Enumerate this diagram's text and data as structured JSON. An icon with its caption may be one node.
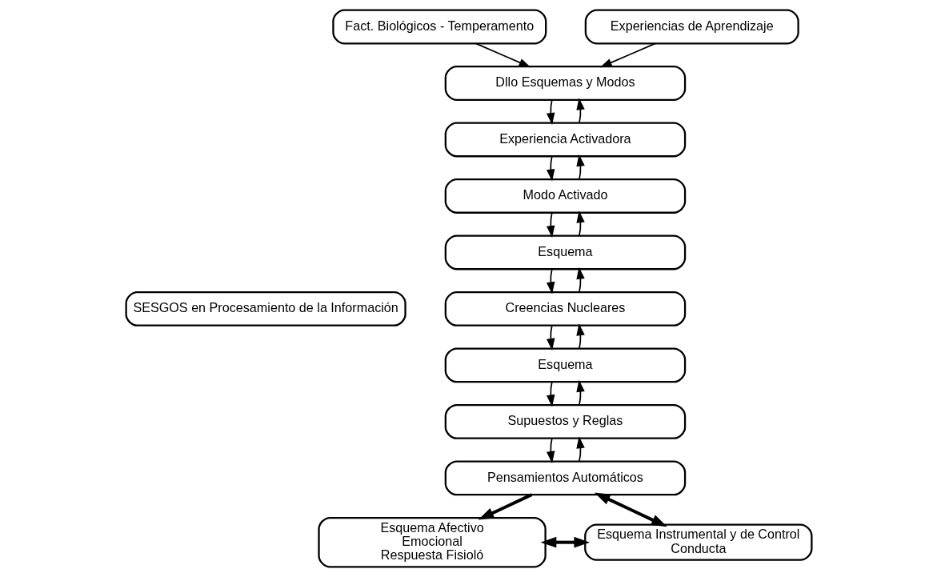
{
  "diagram": {
    "nodes": [
      {
        "text": [
          "Fact. Biológicos - Temperamento"
        ]
      },
      {
        "text": [
          "Experiencias de Aprendizaje"
        ]
      },
      {
        "text": [
          "Dllo Esquemas y Modos"
        ]
      },
      {
        "text": [
          "SESGOS en Procesamiento de la Información"
        ]
      },
      {
        "text": [
          "Experiencia Activadora"
        ]
      },
      {
        "text": [
          "Modo Activado"
        ]
      },
      {
        "text": [
          "Esquema"
        ]
      },
      {
        "text": [
          "Creencias Nucleares"
        ]
      },
      {
        "text": [
          "Esquema"
        ]
      },
      {
        "text": [
          "Supuestos y Reglas"
        ]
      },
      {
        "text": [
          "Pensamientos Automáticos"
        ]
      },
      {
        "text": [
          "Esquema Afectivo",
          "Emocional",
          "Respuesta Fisioló"
        ]
      },
      {
        "text": [
          "Esquema Instrumental y de Control",
          "Conducta"
        ]
      }
    ],
    "edges": [
      {
        "from": 0,
        "to": 2,
        "arrow": "to"
      },
      {
        "from": 1,
        "to": 2,
        "arrow": "to"
      },
      {
        "from": 4,
        "to": 2,
        "arrow": "to"
      },
      {
        "from": 2,
        "to": 4,
        "arrow": "to"
      },
      {
        "from": 5,
        "to": 4,
        "arrow": "to"
      },
      {
        "from": 4,
        "to": 5,
        "arrow": "to"
      },
      {
        "from": 6,
        "to": 5,
        "arrow": "to"
      },
      {
        "from": 5,
        "to": 6,
        "arrow": "to"
      },
      {
        "from": 7,
        "to": 6,
        "arrow": "to"
      },
      {
        "from": 6,
        "to": 7,
        "arrow": "to"
      },
      {
        "from": 8,
        "to": 7,
        "arrow": "to"
      },
      {
        "from": 7,
        "to": 8,
        "arrow": "to"
      },
      {
        "from": 9,
        "to": 8,
        "arrow": "to"
      },
      {
        "from": 8,
        "to": 9,
        "arrow": "to"
      },
      {
        "from": 10,
        "to": 9,
        "arrow": "to"
      },
      {
        "from": 9,
        "to": 10,
        "arrow": "to"
      },
      {
        "from": 10,
        "to": 11,
        "arrow": "to",
        "style": "thick"
      },
      {
        "from": 10,
        "to": 12,
        "arrow": "both",
        "style": "thick"
      },
      {
        "from": 11,
        "to": 12,
        "arrow": "both",
        "style": "thick"
      }
    ]
  }
}
